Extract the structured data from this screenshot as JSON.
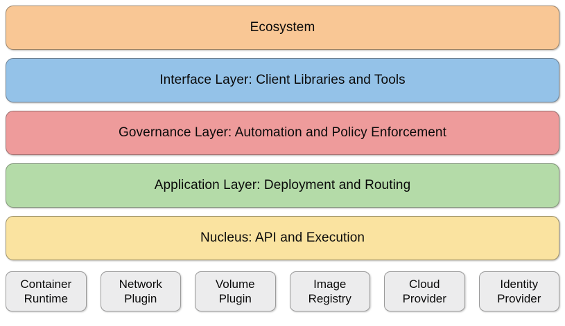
{
  "diagram": {
    "type": "layered-architecture-stack",
    "background_color": "#ffffff",
    "layers": [
      {
        "label": "Ecosystem",
        "color": "#f9c795",
        "border_color": "#9a8368"
      },
      {
        "label": "Interface Layer: Client Libraries and Tools",
        "color": "#94c2e8",
        "border_color": "#6a7f93"
      },
      {
        "label": "Governance Layer: Automation and Policy Enforcement",
        "color": "#ee9b9b",
        "border_color": "#9a6f6f"
      },
      {
        "label": "Application Layer: Deployment and Routing",
        "color": "#b4dba8",
        "border_color": "#7e9576"
      },
      {
        "label": "Nucleus: API and Execution",
        "color": "#fae3a0",
        "border_color": "#9a8f68"
      }
    ],
    "plugins": {
      "fill_color": "#ececed",
      "border_color": "#9a9a9a",
      "items": [
        {
          "line1": "Container",
          "line2": "Runtime"
        },
        {
          "line1": "Network",
          "line2": "Plugin"
        },
        {
          "line1": "Volume",
          "line2": "Plugin"
        },
        {
          "line1": "Image",
          "line2": "Registry"
        },
        {
          "line1": "Cloud",
          "line2": "Provider"
        },
        {
          "line1": "Identity",
          "line2": "Provider"
        }
      ]
    }
  }
}
